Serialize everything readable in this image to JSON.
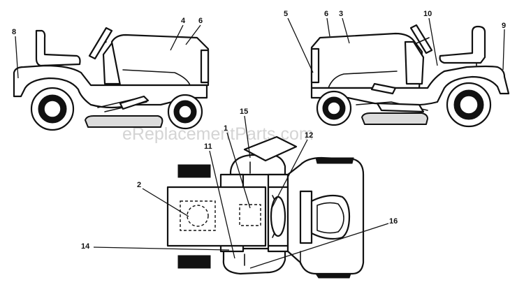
{
  "watermark": "eReplacementParts.com",
  "callouts": [
    {
      "id": "8",
      "text": "8"
    },
    {
      "id": "4",
      "text": "4"
    },
    {
      "id": "6-left",
      "text": "6"
    },
    {
      "id": "5",
      "text": "5"
    },
    {
      "id": "6-right",
      "text": "6"
    },
    {
      "id": "3",
      "text": "3"
    },
    {
      "id": "10",
      "text": "10"
    },
    {
      "id": "9",
      "text": "9"
    },
    {
      "id": "15",
      "text": "15"
    },
    {
      "id": "1",
      "text": "1"
    },
    {
      "id": "12",
      "text": "12"
    },
    {
      "id": "11",
      "text": "11"
    },
    {
      "id": "2",
      "text": "2"
    },
    {
      "id": "16",
      "text": "16"
    },
    {
      "id": "14",
      "text": "14"
    }
  ]
}
